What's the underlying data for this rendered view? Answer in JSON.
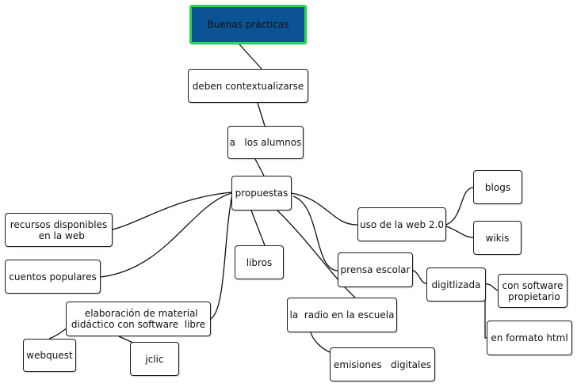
{
  "mindmap": {
    "root": {
      "label": "Buenas prácticas"
    },
    "nodes": {
      "contextualize": "deben contextualizarse",
      "students": "a   los alumnos",
      "proposals": "propuestas",
      "web_resources": "recursos disponibles\n  en la web",
      "folk_tales": "cuentos populares",
      "material": "  elaboración de material\ndidáctico con software  libre",
      "webquest": "webquest",
      "jclic": "jclic",
      "books": "libros",
      "web20": "uso de la web 2.0",
      "blogs": "blogs",
      "wikis": "wikis",
      "school_press": "prensa escolar",
      "digitized": "digitlizada",
      "proprietary": "con software\n propietario",
      "html_format": "en formato html",
      "school_radio": "la  radio en la escuela",
      "digital_broadcasts": "emisiones   digitales"
    }
  },
  "colors": {
    "root_fill": "#0b5394",
    "root_border": "#27d94a",
    "line": "#111111"
  }
}
